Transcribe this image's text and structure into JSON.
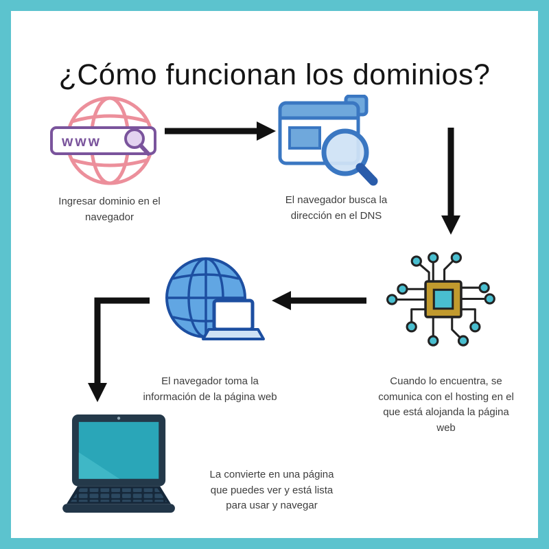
{
  "page": {
    "title": "¿Cómo funcionan los dominios?"
  },
  "colors": {
    "frame": "#5cc3ce",
    "arrow": "#111111",
    "text": "#3d3d3d",
    "title": "#141414",
    "pink": "#ec8f9b",
    "purple": "#7a549c",
    "lavender": "#e3d3f0",
    "blue": "#3a77c2",
    "blueDark": "#2a5caa",
    "blueMid": "#6fa8dc",
    "lensBlue": "#cfe2f5",
    "navyBlue": "#1d4fa1",
    "globeBlue": "#61a6e3",
    "gold": "#c19a2e",
    "chipTeal": "#49becf",
    "wire": "#222222",
    "navy": "#24394a",
    "screenTeal": "#2aa6b8",
    "screenSheen": "#3fb7c6",
    "deck": "#16283a",
    "key": "#2c4961",
    "base": "#223648"
  },
  "steps": [
    {
      "icon": "www-globe-icon",
      "bar_text": "www",
      "label": "Ingresar dominio en el\nnavegador"
    },
    {
      "icon": "browser-dns-search-icon",
      "label": "El navegador busca la\ndirección en el DNS"
    },
    {
      "icon": "hosting-chip-icon",
      "label": "Cuando lo encuentra, se\ncomunica con el hosting en el\nque está alojanda la página\nweb"
    },
    {
      "icon": "webpage-globe-icon",
      "label": "El navegador toma la\ninformación de la página web"
    },
    {
      "icon": "laptop-icon",
      "label": "La convierte en una página\nque puedes ver y está lista\npara usar y navegar"
    }
  ]
}
